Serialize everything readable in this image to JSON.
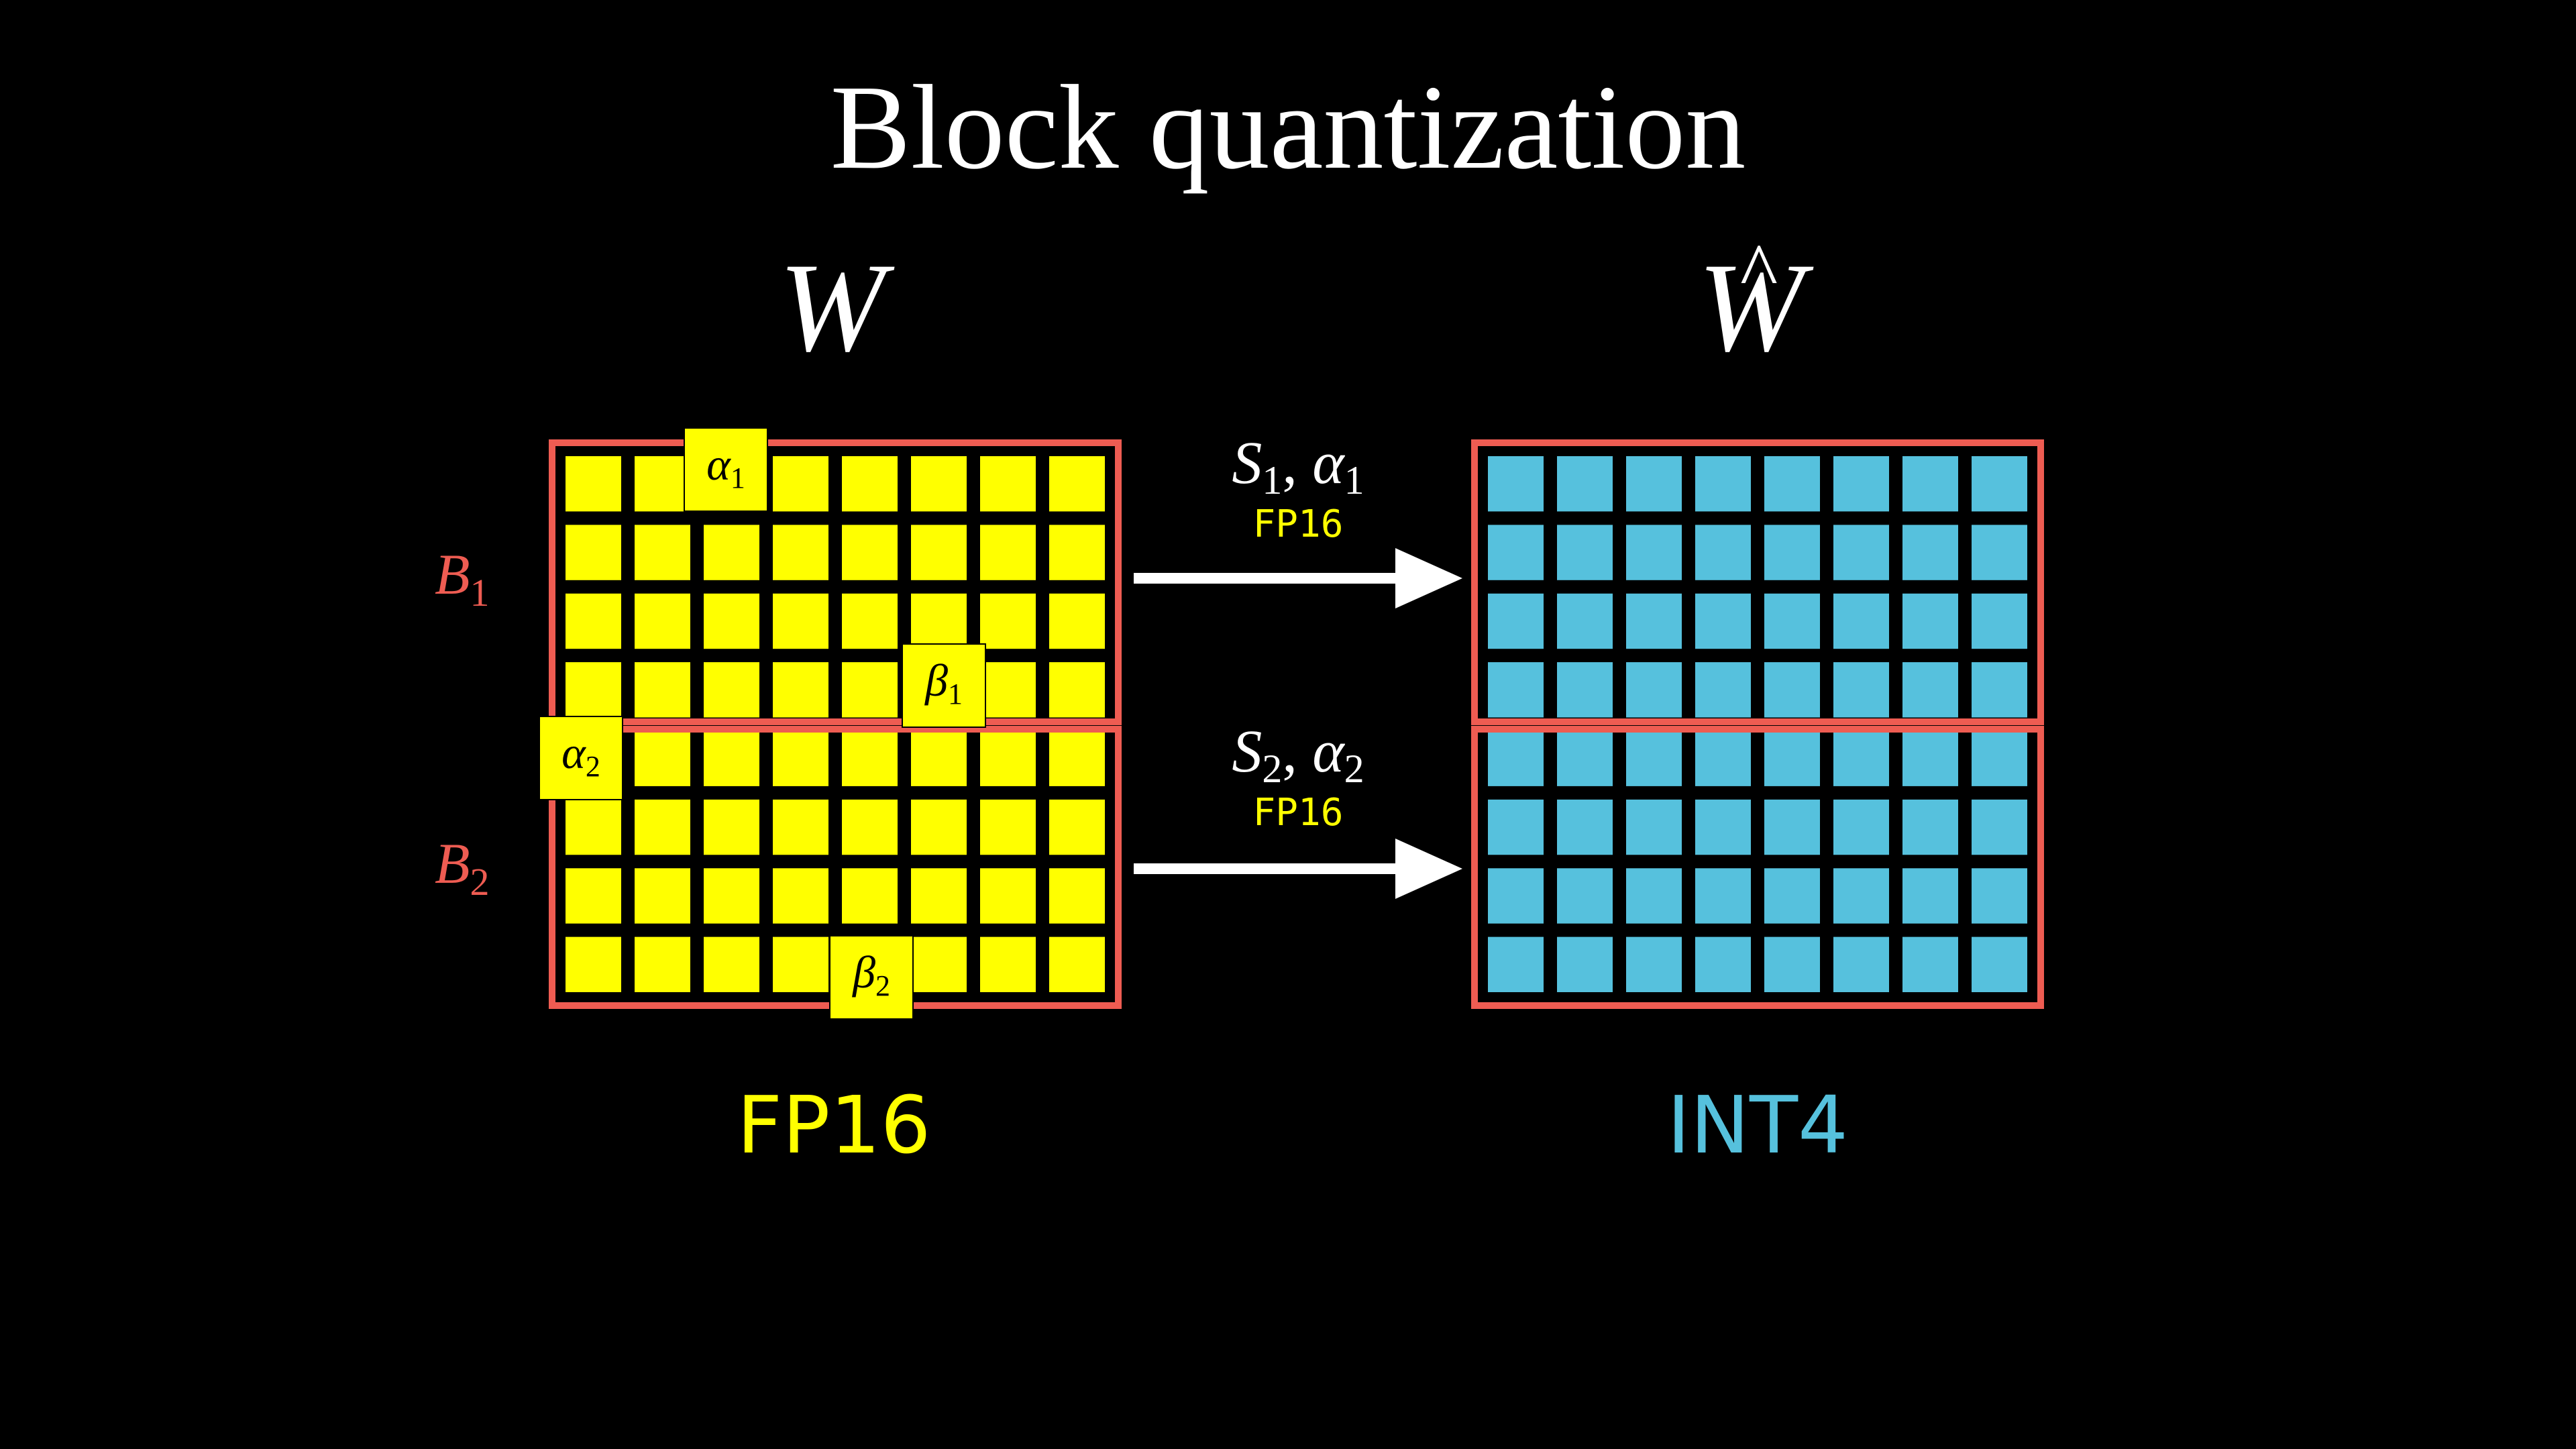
{
  "title": "Block quantization",
  "left_matrix": {
    "symbol": "W",
    "caption": "FP16",
    "cell_color": "#FFFF00",
    "rows": 8,
    "cols": 8
  },
  "right_matrix": {
    "symbol": "W",
    "hat": "^",
    "caption": "INT4",
    "cell_color": "#56C1DD",
    "rows": 8,
    "cols": 8
  },
  "block_border_color": "#EE5C52",
  "grid_line_color": "#000000",
  "blocks": [
    {
      "label_base": "B",
      "label_sub": "1",
      "alpha": {
        "base": "α",
        "sub": "1"
      },
      "beta": {
        "base": "β",
        "sub": "1"
      },
      "arrow_label": {
        "s_base": "S",
        "s_sub": "1",
        "sep": ", ",
        "a_base": "α",
        "a_sub": "1"
      },
      "arrow_format": "FP16"
    },
    {
      "label_base": "B",
      "label_sub": "2",
      "alpha": {
        "base": "α",
        "sub": "2"
      },
      "beta": {
        "base": "β",
        "sub": "2"
      },
      "arrow_label": {
        "s_base": "S",
        "s_sub": "2",
        "sep": ", ",
        "a_base": "α",
        "a_sub": "2"
      },
      "arrow_format": "FP16"
    }
  ],
  "colors": {
    "background": "#000000",
    "text": "#FFFFFF",
    "fp16": "#FFFF00",
    "int4": "#56C1DD",
    "block": "#EE5C52",
    "arrow": "#FFFFFF"
  }
}
